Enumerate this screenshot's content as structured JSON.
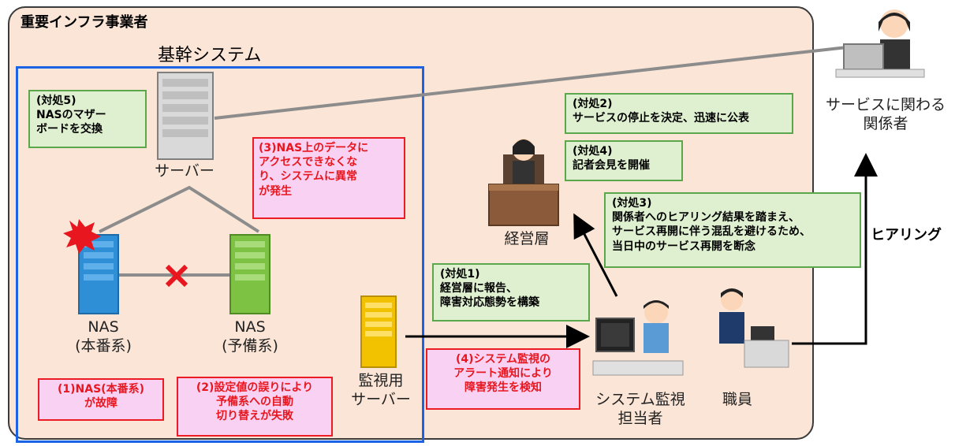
{
  "org": {
    "title": "重要インフラ事業者"
  },
  "core_system": {
    "title": "基幹システム"
  },
  "nodes": {
    "server": "サーバー",
    "nas_main": "NAS\n(本番系)",
    "nas_backup": "NAS\n(予備系)",
    "monitor_server": "監視用\nサーバー",
    "management": "経営層",
    "monitor_staff": "システム監視\n担当者",
    "staff": "職員",
    "stakeholders": "サービスに関わる\n関係者"
  },
  "incidents": {
    "i1": "(1)NAS(本番系)\nが故障",
    "i2": "(2)設定値の誤りにより\n予備系への自動\n切り替えが失敗",
    "i3": "(3)NAS上のデータに\nアクセスできなくな\nり、システムに異常\nが発生",
    "i4": "(4)システム監視の\nアラート通知により\n障害発生を検知"
  },
  "actions": {
    "a1": "(対処1)\n経営層に報告、\n障害対応態勢を構築",
    "a2": "(対処2)\nサービスの停止を決定、迅速に公表",
    "a3": "(対処3)\n関係者へのヒアリング結果を踏まえ、\nサービス再開に伴う混乱を避けるため、\n当日中のサービス再開を断念",
    "a4": "(対処4)\n記者会見を開催",
    "a5": "(対処5)\nNASのマザー\nボードを交換"
  },
  "edges": {
    "hearing": "ヒアリング"
  },
  "colors": {
    "org_fill": "#fbe5d6",
    "core_border": "#1c63e6",
    "action_fill": "#dff0d0",
    "action_border": "#5aa84b",
    "incident_fill": "#f9d2f3",
    "incident_border": "#ec1c24"
  }
}
